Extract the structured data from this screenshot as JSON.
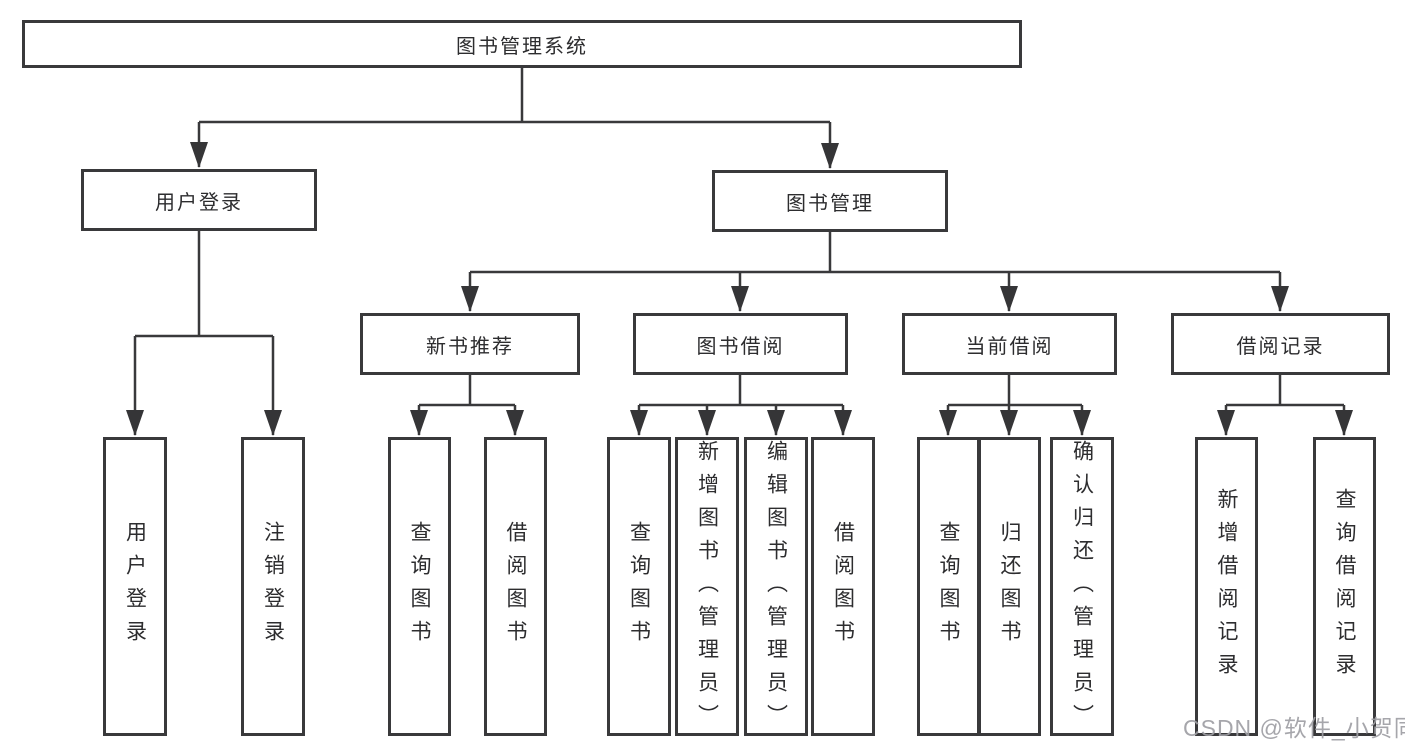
{
  "watermark": "CSDN @软件_小贺同学",
  "colors": {
    "line": "#39393b",
    "text": "#2d2d2f",
    "watermark": "#9e9ea4",
    "background": "#ffffff"
  },
  "tree": {
    "label": "图书管理系统",
    "children": [
      {
        "label": "用户登录",
        "children": [
          {
            "label": "用户登录"
          },
          {
            "label": "注销登录"
          }
        ]
      },
      {
        "label": "图书管理",
        "children": [
          {
            "label": "新书推荐",
            "children": [
              {
                "label": "查询图书"
              },
              {
                "label": "借阅图书"
              }
            ]
          },
          {
            "label": "图书借阅",
            "children": [
              {
                "label": "查询图书"
              },
              {
                "label": "新增图书（管理员）"
              },
              {
                "label": "编辑图书（管理员）"
              },
              {
                "label": "借阅图书"
              }
            ]
          },
          {
            "label": "当前借阅",
            "children": [
              {
                "label": "查询图书"
              },
              {
                "label": "归还图书"
              },
              {
                "label": "确认归还（管理员）"
              }
            ]
          },
          {
            "label": "借阅记录",
            "children": [
              {
                "label": "新增借阅记录"
              },
              {
                "label": "查询借阅记录"
              }
            ]
          }
        ]
      }
    ]
  }
}
